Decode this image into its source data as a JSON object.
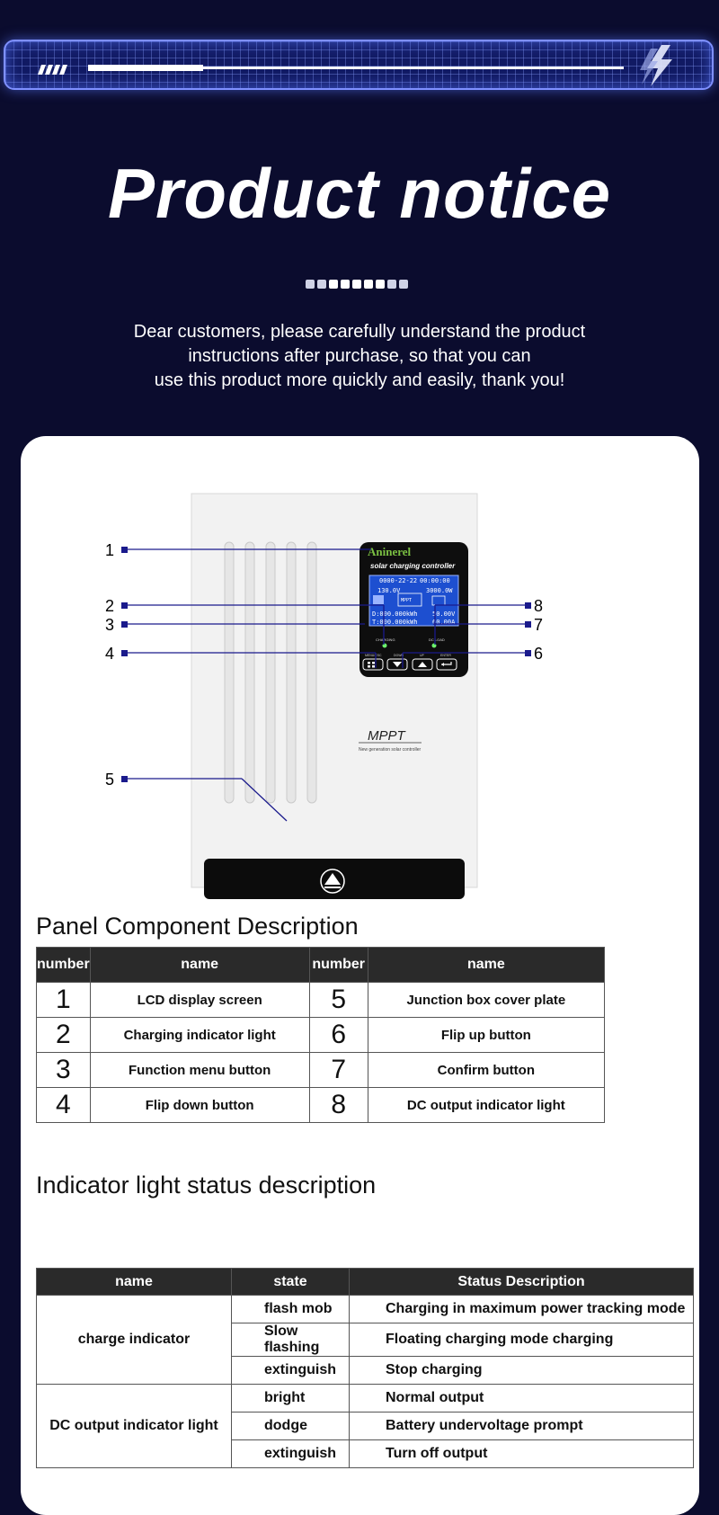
{
  "header": {
    "title": "Product notice",
    "intro_lines": [
      "Dear customers, please carefully understand the product",
      "instructions after purchase, so that you can",
      "use this product more quickly and easily, thank you!"
    ]
  },
  "device": {
    "brand": "Aninerel",
    "subtitle": "solar charging controller",
    "lcd": {
      "date": "0000-22-22",
      "time": "00:00:00",
      "pv_voltage": "130.0V",
      "power": "3000.0W",
      "mode": "MPPT",
      "day_energy": "D:000.000kWh",
      "total_energy": "T:000.000kWh",
      "battery_voltage": "50.00V",
      "current": "60.00A"
    },
    "indicator_labels": [
      "CHARGING",
      "DC LOAD"
    ],
    "button_labels": [
      "MENU/ESC",
      "DOWN",
      "UP",
      "ENTER"
    ],
    "model": "MPPT",
    "model_sub": "New generation solar controller",
    "callouts": [
      "1",
      "2",
      "3",
      "4",
      "5",
      "6",
      "7",
      "8"
    ]
  },
  "panel_table": {
    "title": "Panel Component Description",
    "headers": [
      "number",
      "name",
      "number",
      "name"
    ],
    "rows": [
      {
        "n1": "1",
        "name1": "LCD display screen",
        "n2": "5",
        "name2": "Junction box cover plate"
      },
      {
        "n1": "2",
        "name1": "Charging indicator light",
        "n2": "6",
        "name2": "Flip up button"
      },
      {
        "n1": "3",
        "name1": "Function menu button",
        "n2": "7",
        "name2": "Confirm button"
      },
      {
        "n1": "4",
        "name1": "Flip down button",
        "n2": "8",
        "name2": "DC output indicator light"
      }
    ]
  },
  "indicator_table": {
    "title": "Indicator light status description",
    "headers": [
      "name",
      "state",
      "Status Description"
    ],
    "groups": [
      {
        "name": "charge indicator",
        "rows": [
          {
            "state": "flash mob",
            "desc": "Charging in maximum power tracking mode"
          },
          {
            "state": "Slow flashing",
            "desc": "Floating charging mode charging"
          },
          {
            "state": "extinguish",
            "desc": "Stop charging"
          }
        ]
      },
      {
        "name": "DC output indicator light",
        "rows": [
          {
            "state": "bright",
            "desc": "Normal output"
          },
          {
            "state": "dodge",
            "desc": "Battery undervoltage prompt"
          },
          {
            "state": "extinguish",
            "desc": "Turn off output"
          }
        ]
      }
    ]
  },
  "colors": {
    "background": "#0b0c2e",
    "accent": "#1a1a8c",
    "header_row": "#2a2a2a"
  }
}
